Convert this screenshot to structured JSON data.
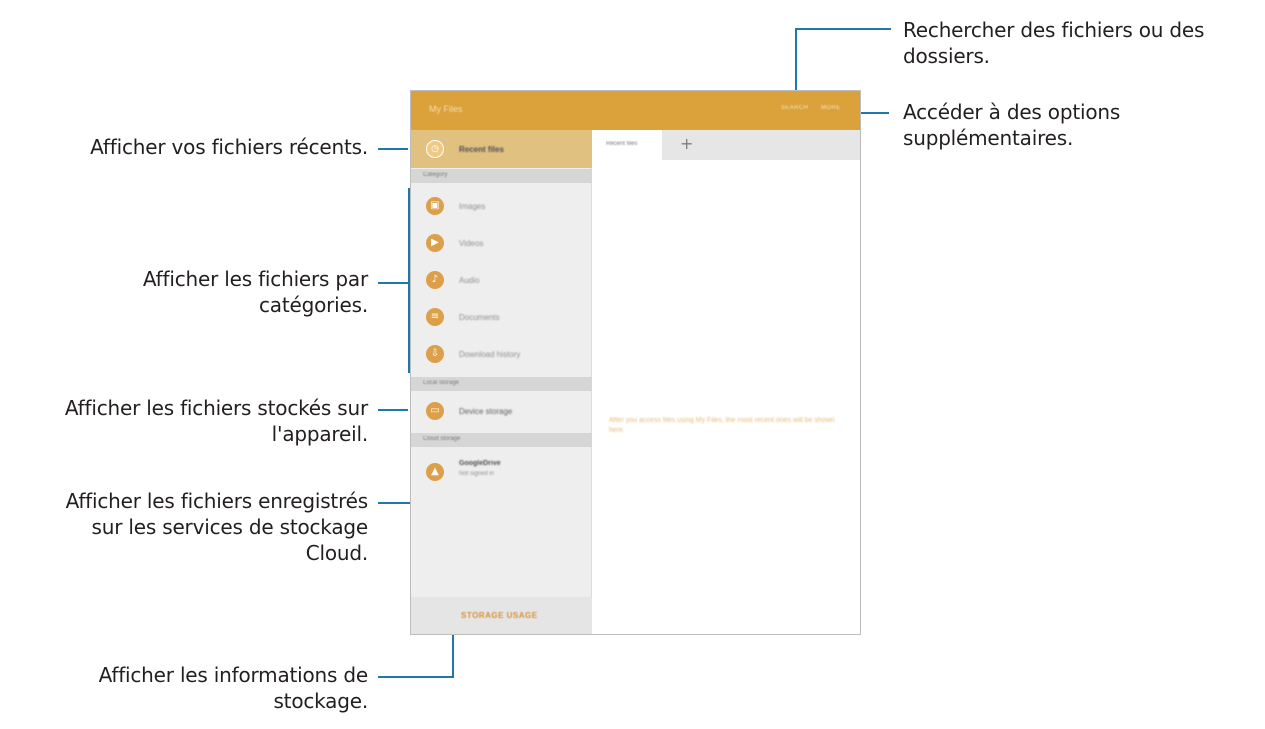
{
  "app": {
    "title": "My Files",
    "actions": {
      "search": "SEARCH",
      "more": "MORE"
    },
    "sidebar": {
      "recent": "Recent files",
      "category_header": "Category",
      "categories": [
        "Images",
        "Videos",
        "Audio",
        "Documents",
        "Download history"
      ],
      "local_header": "Local storage",
      "device_storage": "Device storage",
      "cloud_header": "Cloud storage",
      "cloud_service": "GoogleDrive",
      "cloud_status": "Not signed in",
      "storage_usage": "STORAGE USAGE"
    },
    "tabs": {
      "active": "Recent files",
      "add": "+"
    },
    "empty_message": "After you access files using My Files, the most recent ones will be shown here."
  },
  "callouts": {
    "recent": "Afficher vos fichiers récents.",
    "categories_1": "Afficher les fichiers par",
    "categories_2": "catégories.",
    "device_1": "Afficher les fichiers stockés sur",
    "device_2": "l'appareil.",
    "cloud_1": "Afficher les fichiers enregistrés",
    "cloud_2": "sur les services de stockage",
    "cloud_3": "Cloud.",
    "storage_1": "Afficher les informations de",
    "storage_2": "stockage.",
    "search_1": "Rechercher des fichiers ou des",
    "search_2": "dossiers.",
    "more_1": "Accéder à des options",
    "more_2": "supplémentaires."
  },
  "colors": {
    "accent": "#dba13a",
    "callout_line": "#1f78a8"
  },
  "icons": {
    "recent": "clock-icon",
    "images": "image-icon",
    "videos": "video-icon",
    "audio": "music-note-icon",
    "documents": "document-icon",
    "download_history": "download-icon",
    "device_storage": "device-icon",
    "cloud": "cloud-drive-icon"
  }
}
